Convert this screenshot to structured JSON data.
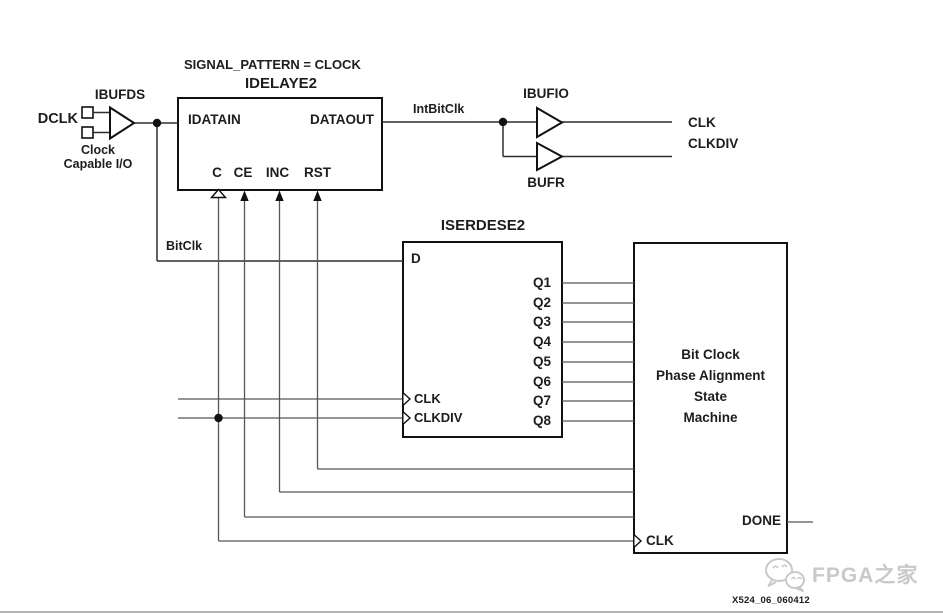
{
  "figure": {
    "annotation": "SIGNAL_PATTERN = CLOCK",
    "source_code": "X524_06_060412"
  },
  "input_stage": {
    "signal": "DCLK",
    "buffer_name": "IBUFDS",
    "note_line1": "Clock",
    "note_line2": "Capable I/O"
  },
  "idelaye2": {
    "title": "IDELAYE2",
    "port_idatain": "IDATAIN",
    "port_dataout": "DATAOUT",
    "port_c": "C",
    "port_ce": "CE",
    "port_inc": "INC",
    "port_rst": "RST"
  },
  "nets": {
    "intbitclk": "IntBitClk",
    "bitclk": "BitClk",
    "clk": "CLK",
    "clkdiv": "CLKDIV"
  },
  "clock_buffers": {
    "ibufio": "IBUFIO",
    "bufr": "BUFR"
  },
  "iserdese2": {
    "title": "ISERDESE2",
    "port_d": "D",
    "port_clk": "CLK",
    "port_clkdiv": "CLKDIV",
    "outputs": [
      "Q1",
      "Q2",
      "Q3",
      "Q4",
      "Q5",
      "Q6",
      "Q7",
      "Q8"
    ]
  },
  "state_machine": {
    "label_lines": [
      "Bit Clock",
      "Phase Alignment",
      "State",
      "Machine"
    ],
    "port_done": "DONE",
    "port_clk": "CLK"
  },
  "watermark": {
    "text": "FPGA之家",
    "icon": "wechat-logo-icon",
    "color": "#c9c9c9"
  },
  "colors": {
    "background": "#ffffff",
    "wire": "#2f2f2f",
    "thin_wire": "#565656",
    "text": "#1d1d1f",
    "block_border": "#111111",
    "watermark": "#c9c9c9",
    "bottom_rule": "#b5b5b5"
  }
}
